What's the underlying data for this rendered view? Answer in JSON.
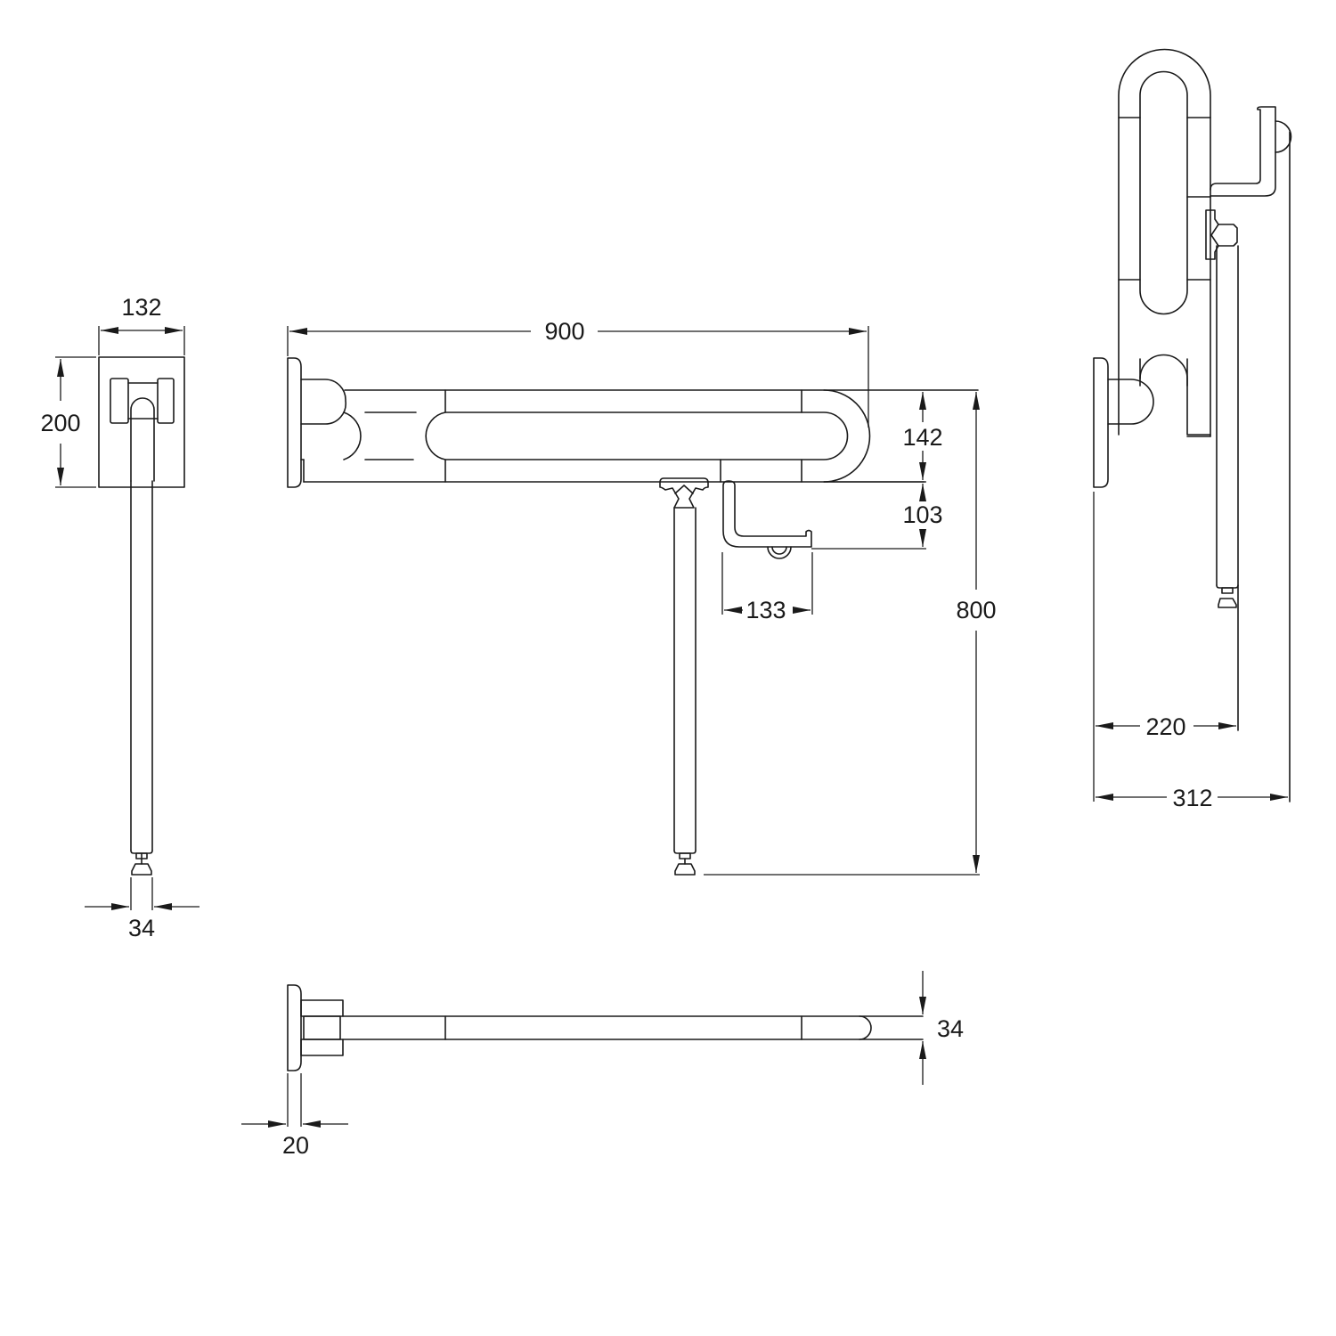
{
  "drawing": {
    "type": "technical-dimension-drawing",
    "subject": "hinged support grab bar with support leg and toilet-roll holder",
    "units": "mm",
    "line_color": "#1a1a1a",
    "background": "#ffffff"
  },
  "views": {
    "side_view": {
      "dimensions": {
        "plate_width": "132",
        "plate_height": "200",
        "tube_diameter": "34"
      }
    },
    "front_view": {
      "dimensions": {
        "overall_length": "900",
        "bar_height": "142",
        "holder_drop": "103",
        "holder_width": "133",
        "overall_height": "800"
      }
    },
    "top_view": {
      "dimensions": {
        "tube_diameter": "34",
        "plate_thickness": "20"
      }
    },
    "folded_view": {
      "dimensions": {
        "leg_offset": "220",
        "overall_depth": "312"
      }
    }
  }
}
